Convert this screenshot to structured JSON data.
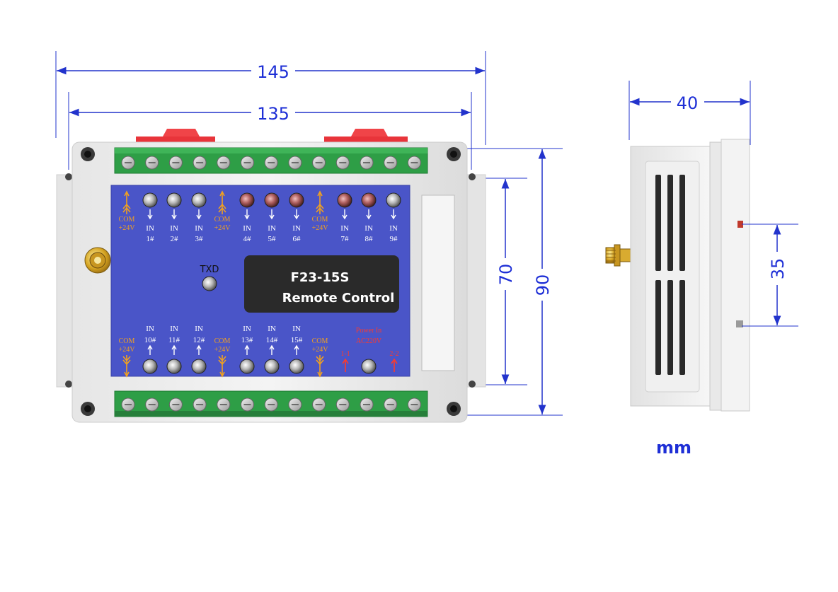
{
  "dimensions": {
    "overall_width": "145",
    "inner_width": "135",
    "panel_height": "70",
    "overall_height": "90",
    "side_width": "40",
    "rail_height": "35",
    "unit": "mm"
  },
  "module": {
    "model": "F23-15S",
    "subtitle": "Remote Control",
    "txd_label": "TXD",
    "com_label": "COM",
    "com_voltage": "+24V",
    "in_label": "IN",
    "top_inputs": [
      "1#",
      "2#",
      "3#",
      "4#",
      "5#",
      "6#",
      "7#",
      "8#",
      "9#"
    ],
    "bottom_inputs": [
      "10#",
      "11#",
      "12#",
      "13#",
      "14#",
      "15#"
    ],
    "power_label": "Power In",
    "power_voltage": "AC220V",
    "power_terminal_1": "1-1",
    "power_terminal_2": "2-2"
  },
  "colors": {
    "dimension": "#1e2fd6",
    "panel": "#4a55c8",
    "terminal": "#2e9e46",
    "clip": "#e8343a",
    "com_text": "#f0a020",
    "power_text": "#ff3a2a"
  }
}
